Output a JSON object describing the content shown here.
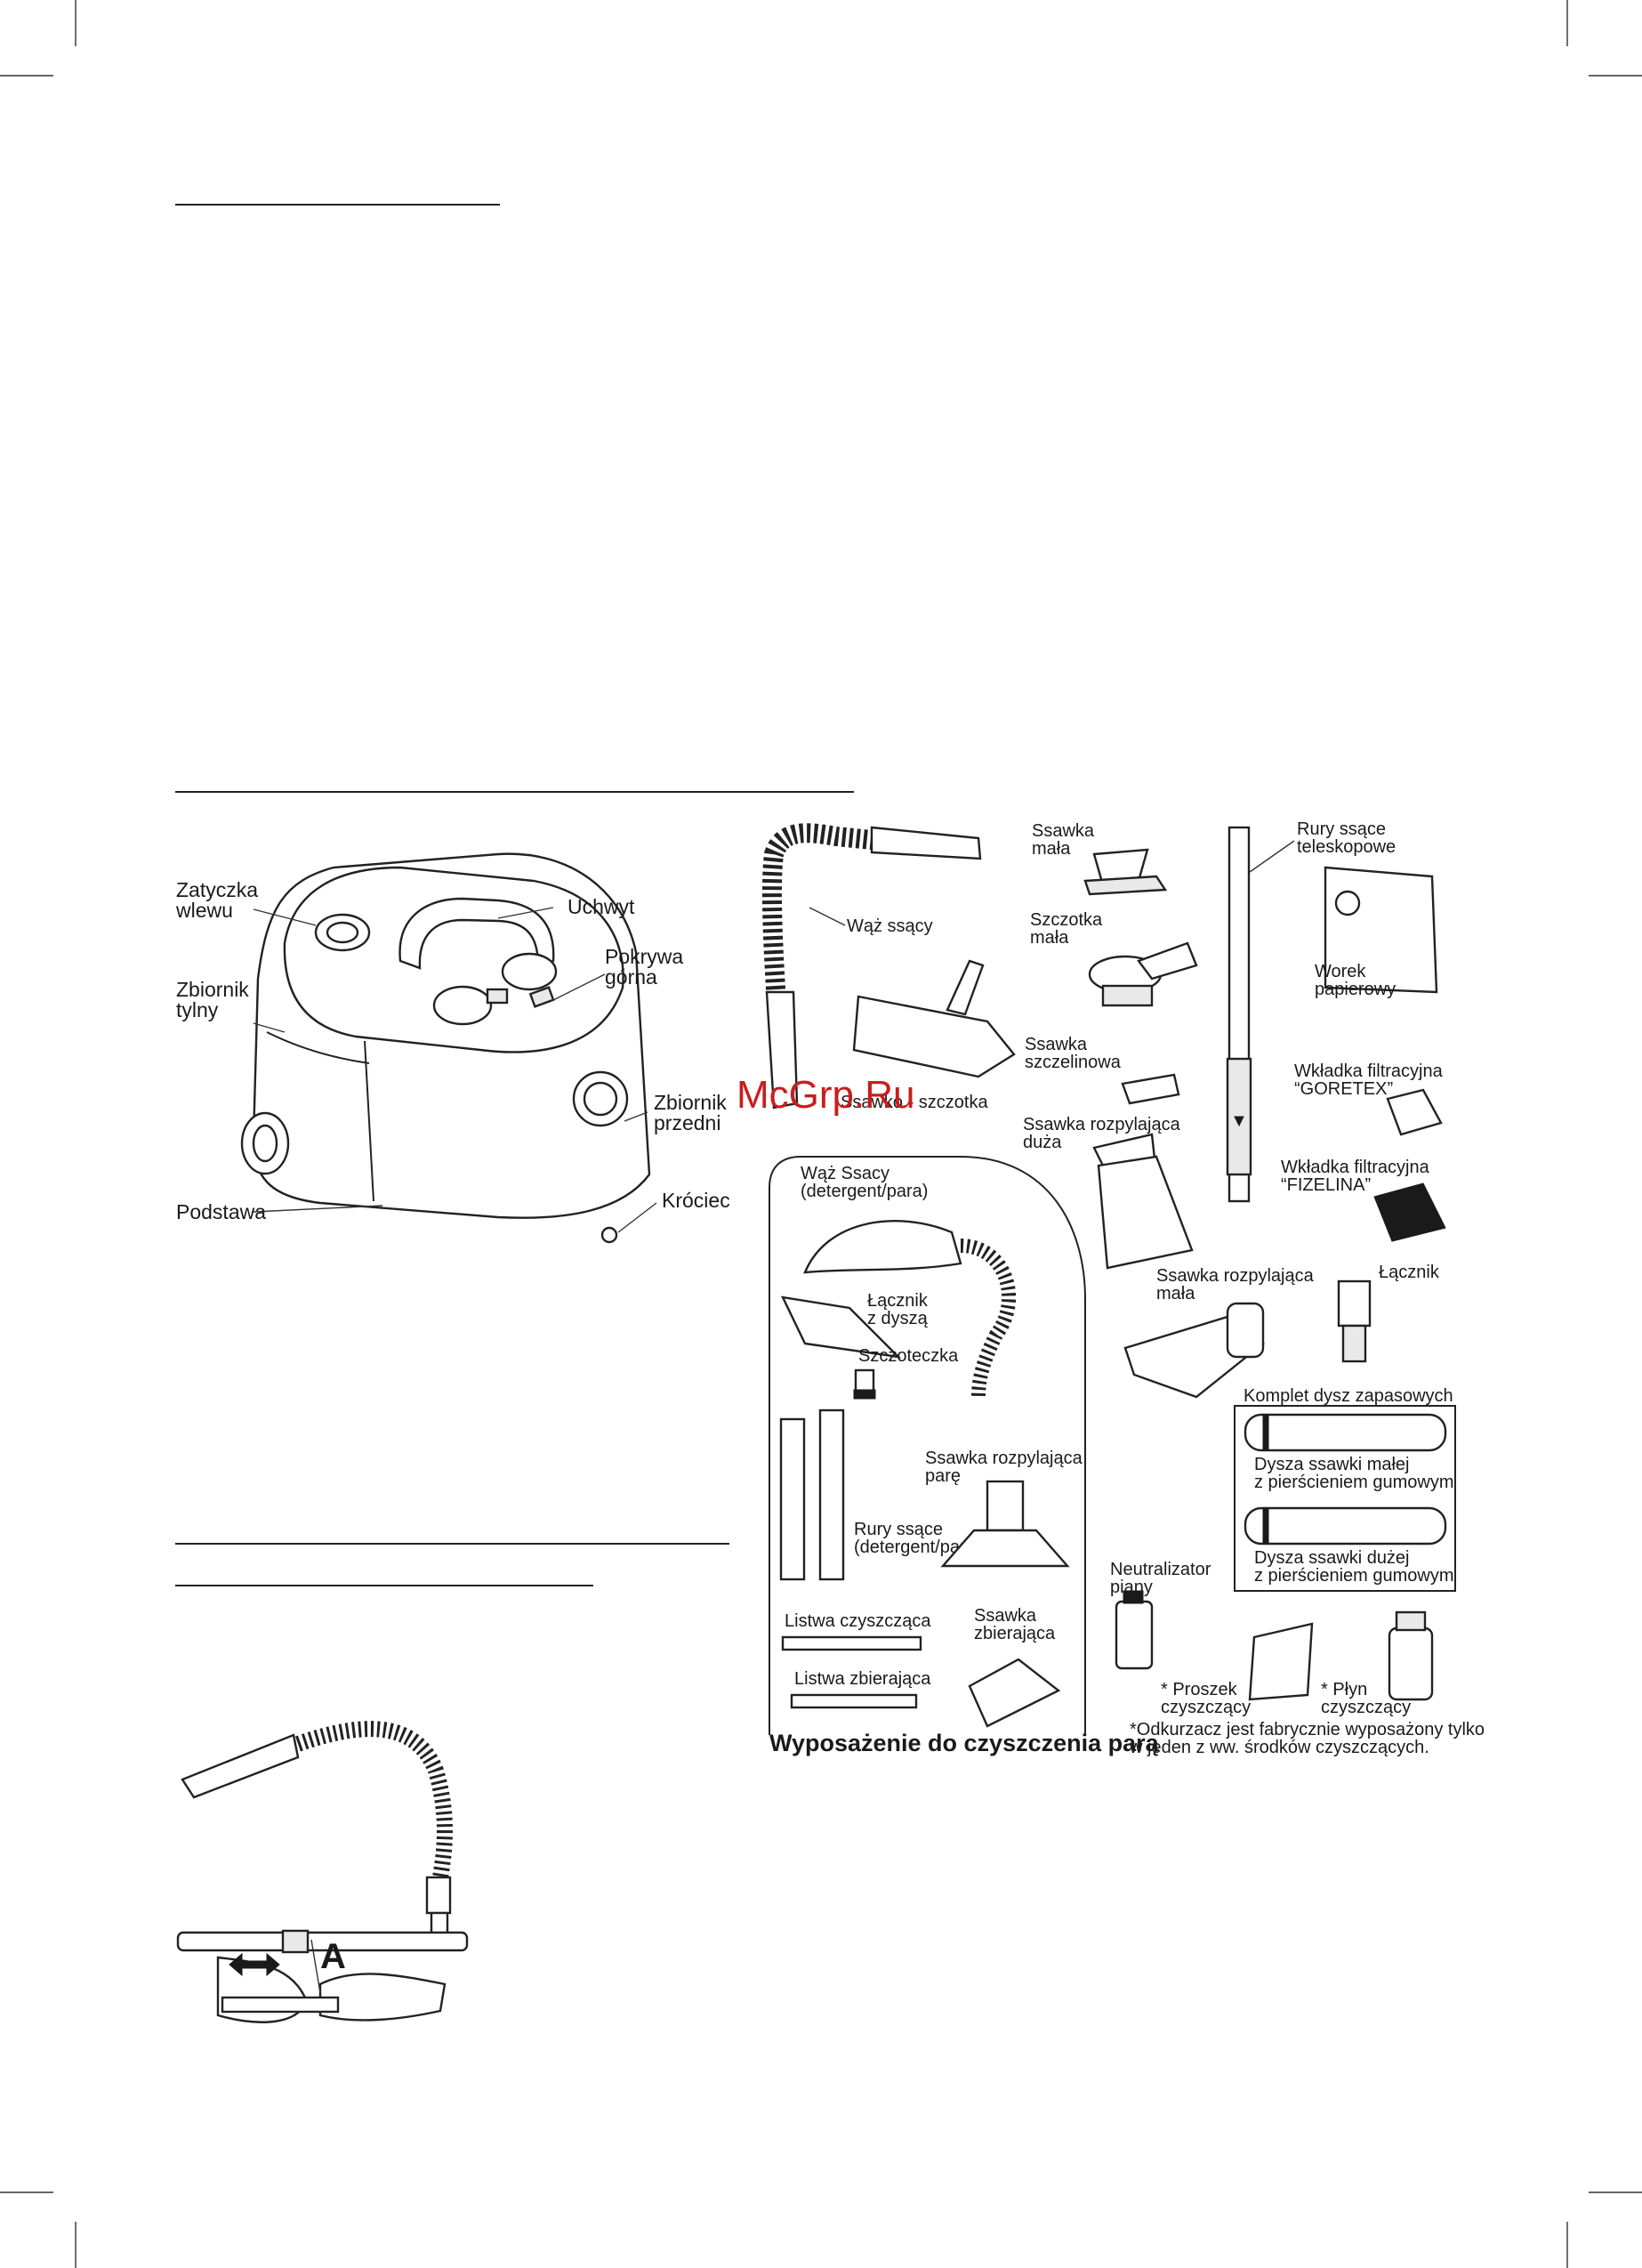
{
  "colors": {
    "ink": "#1a1a1a",
    "watermark": "#c91d1d",
    "paper": "#ffffff"
  },
  "watermark": "McGrp.Ru",
  "vacuum_labels": {
    "filler_cap": "Zatyczka\nwlewu",
    "handle": "Uchwyt",
    "rear_tank": "Zbiornik\ntylny",
    "top_cover": "Pokrywa\ngórna",
    "front_tank": "Zbiornik\nprzedni",
    "base": "Podstawa",
    "inlet": "Króciec"
  },
  "accessories": {
    "suction_hose": "Wąż ssący",
    "floor_brush": "Ssawko - szczotka",
    "small_nozzle": "Ssawka\nmała",
    "small_brush": "Szczotka\nmała",
    "crevice_nozzle": "Ssawka\nszczelinowa",
    "large_spray_nozzle": "Ssawka rozpylająca\nduża",
    "telescopic_tubes": "Rury ssące\nteleskopowe",
    "paper_bag": "Worek\npapierowy",
    "goretex_insert": "Wkładka filtracyjna\n“GORETEX”",
    "fizelina_insert": "Wkładka filtracyjna\n“FIZELINA”",
    "small_spray_nozzle": "Ssawka rozpylająca\nmała",
    "connector": "Łącznik",
    "spare_set_title": "Komplet dysz zapasowych",
    "small_nozzle_jet": "Dysza ssawki małej\nz pierścieniem gumowym",
    "large_nozzle_jet": "Dysza ssawki dużej\nz pierścieniem gumowym",
    "foam_neutralizer": "Neutralizator\npiany",
    "cleaning_powder": "* Proszek\nczyszczący",
    "cleaning_fluid": "* Płyn\nczyszczący",
    "footnote": "*Odkurzacz jest fabrycznie wyposażony tylko\nw jeden z ww. środków czyszczących."
  },
  "steam_kit": {
    "hose": "Wąż Ssacy\n(detergent/para)",
    "connector_nozzle": "Łącznik\nz dyszą",
    "small_brush": "Szczoteczka",
    "steam_spray_nozzle": "Ssawka rozpylająca\nparę",
    "tubes": "Rury ssące\n(detergent/para)",
    "cleaning_strip": "Listwa czyszcząca",
    "collecting_strip": "Listwa zbierająca",
    "collecting_nozzle": "Ssawka\nzbierająca",
    "caption": "Wyposażenie do czyszczenia parą"
  },
  "assembly": {
    "marker": "A"
  }
}
